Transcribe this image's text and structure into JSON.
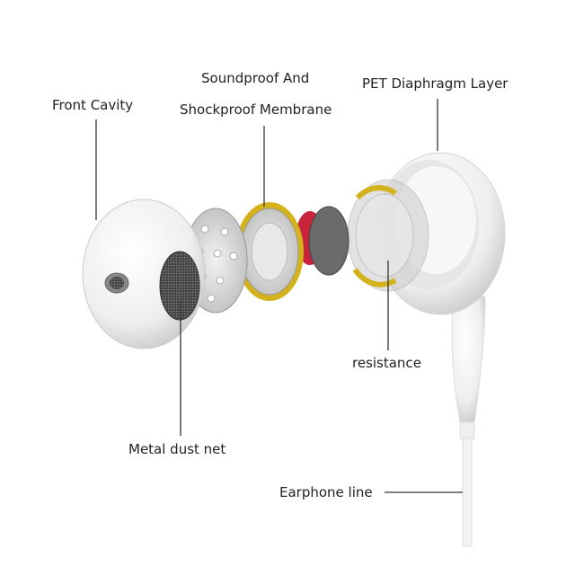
{
  "labels": {
    "front_cavity": "Front Cavity",
    "membrane_line1": "Soundproof And",
    "membrane_line2": "Shockproof Membrane",
    "pet_diaphragm": "PET Diaphragm Layer",
    "resistance": "resistance",
    "metal_dust_net": "Metal dust net",
    "earphone_line": "Earphone line"
  },
  "colors": {
    "shell": "#f4f4f4",
    "gold_ring": "#d4b21c",
    "magnet_red": "#c8243c",
    "mesh": "#555555",
    "leader_line": "#333333"
  }
}
